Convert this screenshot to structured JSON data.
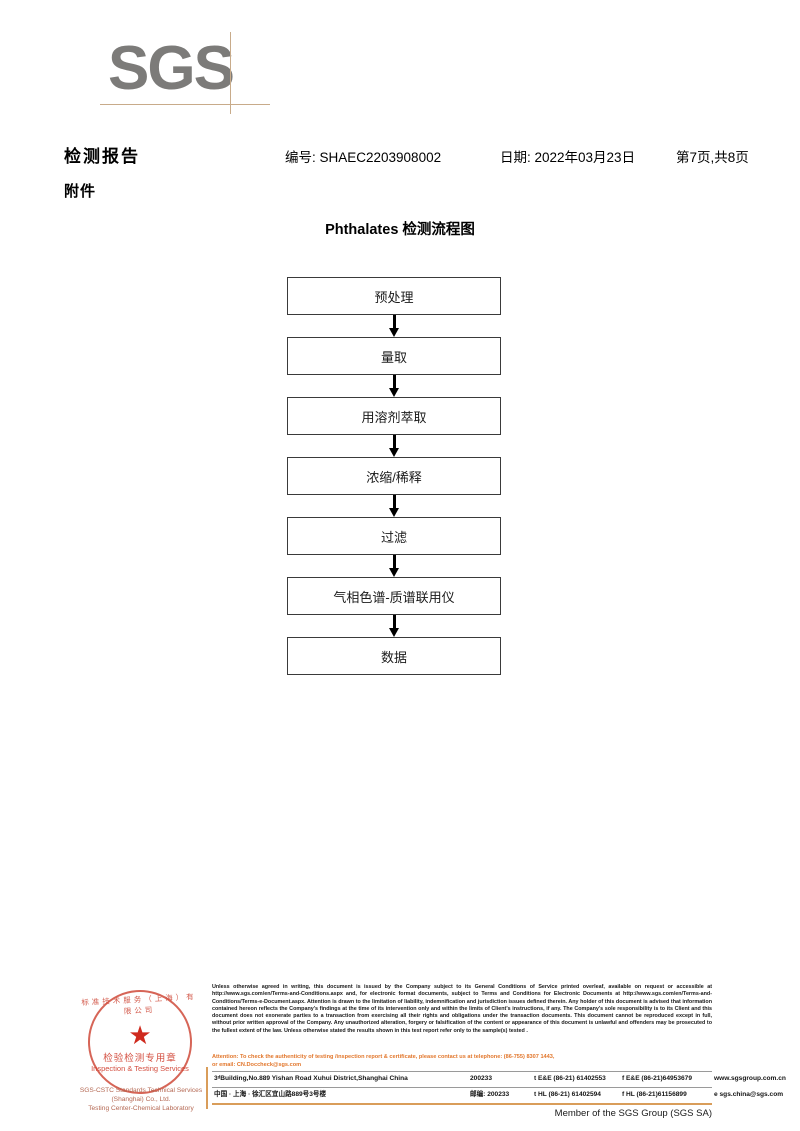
{
  "logo": {
    "text": "SGS",
    "accent_color": "#c8ab8a",
    "gray": "#7c7b79"
  },
  "header": {
    "report_title": "检测报告",
    "report_no": "编号: SHAEC2203908002",
    "date": "日期: 2022年03月23日",
    "page": "第7页,共8页",
    "attachment": "附件"
  },
  "flow": {
    "title": "Phthalates 检测流程图",
    "nodes": [
      {
        "label": "预处理"
      },
      {
        "label": "量取"
      },
      {
        "label": "用溶剂萃取"
      },
      {
        "label": "浓缩/稀释"
      },
      {
        "label": "过滤"
      },
      {
        "label": "气相色谱-质谱联用仪"
      },
      {
        "label": "数据"
      }
    ]
  },
  "stamp": {
    "arc_top": "标准技术服务（上海）有限公司",
    "cn": "检验检测专用章",
    "en": "Inspection & Testing Services",
    "company_line1": "SGS-CSTC Standards Technical Services (Shanghai) Co., Ltd.",
    "company_line2": "Testing Center-Chemical Laboratory",
    "seal_color": "#cf3a2a"
  },
  "footer": {
    "legal_paragraphs": [
      "Unless otherwise agreed in writing, this document is issued by the Company subject to its General Conditions of Service printed overleaf, available on request or accessible at http://www.sgs.com/en/Terms-and-Conditions.aspx and, for electronic format documents, subject to Terms and Conditions for Electronic Documents at http://www.sgs.com/en/Terms-and-Conditions/Terms-e-Document.aspx. Attention is drawn to the limitation of liability, indemnification and jurisdiction issues defined therein. Any holder of this document is advised that information contained hereon reflects the Company's findings at the time of its intervention only and within the limits of Client's instructions, if any. The Company's sole responsibility is to its Client and this document does not exonerate parties to a transaction from exercising all their rights and obligations under the transaction documents. This document cannot be reproduced except in full, without prior written approval of the Company. Any unauthorized alteration, forgery or falsification of the content or appearance of this document is unlawful and offenders may be prosecuted to the fullest extent of the law. Unless otherwise stated the results shown in this test report refer only to the sample(s) tested ."
    ],
    "attention_line1": "Attention: To check the authenticity of testing /inspection report & certificate, please contact us at telephone: (86-755) 8307 1443,",
    "attention_line2": "or email: CN.Doccheck@sgs.com",
    "attention_color": "#e2762b",
    "address_en": "3ᵈBuilding,No.889 Yishan Road Xuhui District,Shanghai China",
    "zip_en": "200233",
    "tel_en": "t E&E (86-21) 61402553",
    "fax_en": "f E&E (86-21)64953679",
    "web": "www.sgsgroup.com.cn",
    "address_cn": "中国 · 上海 · 徐汇区宜山路889号3号楼",
    "zip_cn": "邮编: 200233",
    "tel_cn": "t HL (86-21) 61402594",
    "fax_cn": "f HL (86-21)61156899",
    "email": "e sgs.china@sgs.com",
    "member": "Member of the SGS Group (SGS SA)"
  }
}
